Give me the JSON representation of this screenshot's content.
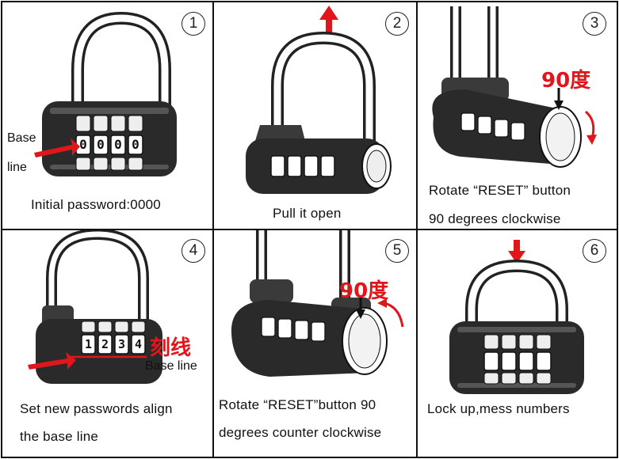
{
  "panels": [
    {
      "step": "1",
      "caption_lines": [
        "Initial password:0000"
      ],
      "labels": [
        "Base",
        "line"
      ],
      "wheels": [
        "0",
        "0",
        "0",
        "0"
      ],
      "icon": "padlock-closed-icon"
    },
    {
      "step": "2",
      "caption_lines": [
        "Pull it open"
      ],
      "icon": "padlock-open-icon"
    },
    {
      "step": "3",
      "caption_lines": [
        "Rotate “RESET” button",
        "90 degrees clockwise"
      ],
      "angle_label": "90度",
      "icon": "padlock-reset-icon"
    },
    {
      "step": "4",
      "caption_lines": [
        "Set new passwords align",
        "the base line"
      ],
      "marker_label": "刻线",
      "base_label": "Base line",
      "wheels": [
        "1",
        "2",
        "3",
        "4"
      ],
      "icon": "padlock-set-password-icon"
    },
    {
      "step": "5",
      "caption_lines": [
        "Rotate “RESET”button 90",
        "degrees counter clockwise"
      ],
      "angle_label": "90度",
      "icon": "padlock-reset-back-icon"
    },
    {
      "step": "6",
      "caption_lines": [
        "Lock up,mess numbers"
      ],
      "icon": "padlock-locked-icon"
    }
  ],
  "colors": {
    "accent_red": "#e0161b",
    "lock_body": "#2a2a2a",
    "line": "#111111"
  }
}
